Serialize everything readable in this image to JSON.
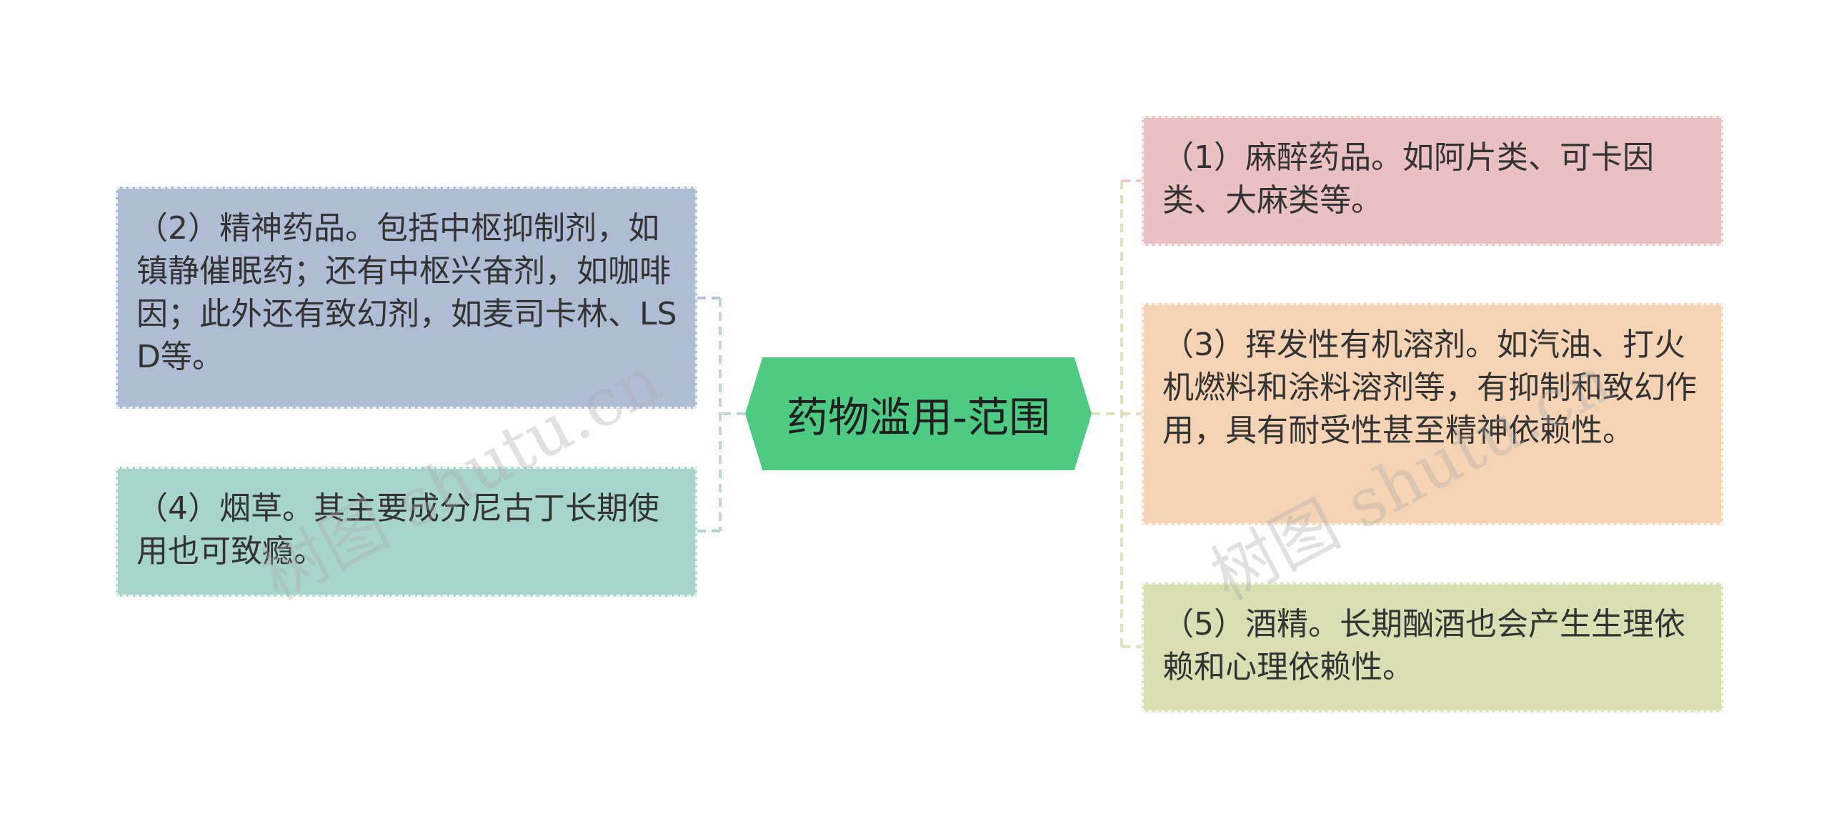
{
  "center": {
    "label": "药物滥用-范围",
    "color": "#4ecb82"
  },
  "branches": {
    "b1": {
      "text": "（1）麻醉药品。如阿片类、可卡因类、大麻类等。",
      "color": "#e9c1c3",
      "connector_color": "#edc9cb"
    },
    "b2": {
      "text": "（2）精神药品。包括中枢抑制剂，如镇静催眠药；还有中枢兴奋剂，如咖啡因；此外还有致幻剂，如麦司卡林、LSD等。",
      "color": "#aebdd3",
      "connector_color": "#b3c2d6"
    },
    "b3": {
      "text": "（3）挥发性有机溶剂。如汽油、打火机燃料和涂料溶剂等，有抑制和致幻作用，具有耐受性甚至精神依赖性。",
      "color": "#f4d4b4",
      "connector_color": "#f1d6b9"
    },
    "b4": {
      "text": "（4）烟草。其主要成分尼古丁长期使用也可致瘾。",
      "color": "#a8d5cb",
      "connector_color": "#acd6cc"
    },
    "b5": {
      "text": "（5）酒精。长期酗酒也会产生生理依赖和心理依赖性。",
      "color": "#d9dfb2",
      "connector_color": "#dde2b9"
    }
  },
  "watermark": {
    "left": "树图 shutu.cn",
    "right": "树图 shutu.cn"
  }
}
